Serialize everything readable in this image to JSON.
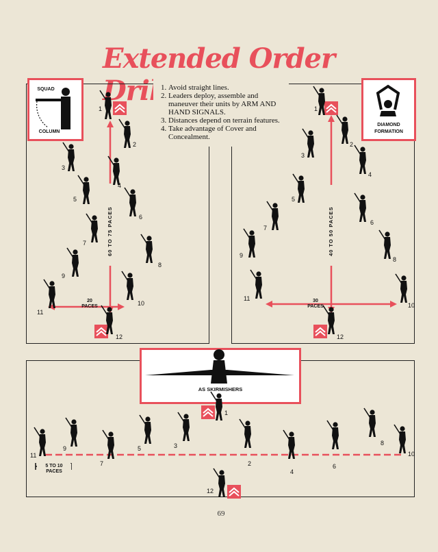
{
  "title": "Extended Order Drill",
  "rules": [
    "Avoid straight lines.",
    "Leaders deploy, assemble and maneuver their units by ARM AND HAND SIGNALS.",
    "Distances depend on terrain features.",
    "Take advantage of Cover and Concealment."
  ],
  "squad_column": {
    "label_top": "SQUAD",
    "label_bottom": "COLUMN",
    "distance": "60 TO 75 PACES",
    "width_num": "20",
    "width_unit": "PACES",
    "numbers": [
      "1",
      "2",
      "3",
      "4",
      "5",
      "6",
      "7",
      "8",
      "9",
      "10",
      "11",
      "12"
    ]
  },
  "diamond": {
    "label_top": "DIAMOND",
    "label_bottom": "FORMATION",
    "distance": "40 TO 50 PACES",
    "width_num": "30",
    "width_unit": "PACES",
    "numbers": [
      "1",
      "2",
      "3",
      "4",
      "5",
      "6",
      "7",
      "8",
      "9",
      "10",
      "11",
      "12"
    ]
  },
  "skirmishers": {
    "label": "AS SKIRMISHERS",
    "interval_top": "5 TO 10",
    "interval_bottom": "PACES",
    "numbers": [
      "1",
      "2",
      "3",
      "4",
      "5",
      "6",
      "7",
      "8",
      "9",
      "10",
      "11",
      "12"
    ]
  },
  "page_number": "69",
  "colors": {
    "accent": "#e8505b",
    "ink": "#111111",
    "paper": "#ece6d6"
  }
}
